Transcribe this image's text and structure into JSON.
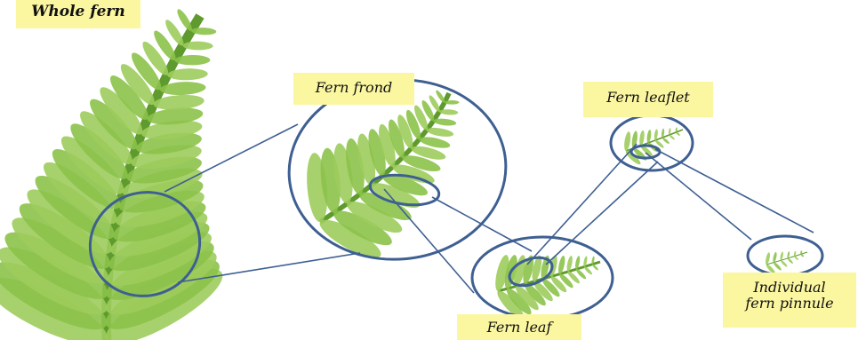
{
  "labels": {
    "whole_fern": "Whole fern",
    "fern_frond": "Fern frond",
    "fern_leaflet": "Fern leaflet",
    "individual_pinnule_line1": "Individual",
    "individual_pinnule_line2": "fern pinnule",
    "fern_leaf": "Fern leaf"
  },
  "colors": {
    "fern_green": "#8cc24a",
    "fern_dark": "#5e9a2e",
    "outline_blue": "#3e5f92",
    "label_background": "#fbf6a0"
  }
}
